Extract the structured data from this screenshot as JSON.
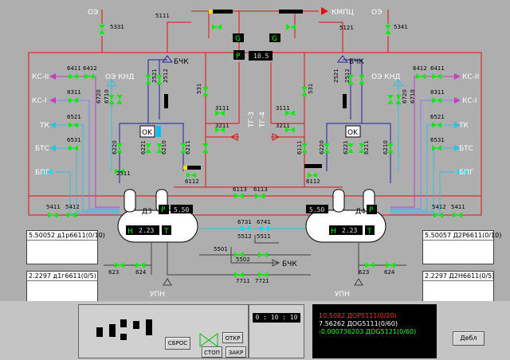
{
  "valves": {
    "top": [
      "5331",
      "5111",
      "5121",
      "5341"
    ],
    "left_inlets": [
      "6411",
      "6412",
      "8311"
    ],
    "right_inlets": [
      "6412",
      "6411",
      "8311"
    ],
    "left_vertical": [
      "6720",
      "6710",
      "2521",
      "2512",
      "531",
      "3111",
      "3211"
    ],
    "right_vertical": [
      "531",
      "3111",
      "3211",
      "2521",
      "2512",
      "6720",
      "6710"
    ],
    "left_tk": [
      "6521",
      "6531"
    ],
    "right_tk": [
      "6521",
      "6531"
    ],
    "left_lower": [
      "6220",
      "6221",
      "6210",
      "6211",
      "2511",
      "6112"
    ],
    "right_lower": [
      "6111",
      "6220",
      "6221",
      "6211",
      "6210",
      "6112"
    ],
    "mid": [
      "6113",
      "6113"
    ],
    "bottom_left": [
      "5411",
      "5412"
    ],
    "bottom_right": [
      "5412",
      "5411"
    ],
    "center": [
      "6731",
      "6741",
      "5512",
      "5511",
      "5501",
      "5502",
      "7711",
      "7721"
    ],
    "under_tanks": [
      "623",
      "624",
      "623",
      "624"
    ]
  },
  "labels": {
    "oe": "ОЭ",
    "kmpc": "КМПЦ",
    "bchk": "БЧК",
    "ks2": "КС-II",
    "ks1": "КС-I",
    "oe_knd": "ОЭ  КНД",
    "tk": "ТК",
    "bts": "БТС",
    "bpg": "БПГ",
    "tg3": "ТГ-3",
    "tg4": "ТГ-4",
    "ok": "OK",
    "g": "G",
    "p": "P",
    "n": "Н",
    "t": "Т",
    "d3": "Д3",
    "d4": "Д4",
    "upn": "УПН"
  },
  "readouts": {
    "center_pressure": "10.5",
    "d3_pressure": "5.50",
    "d4_pressure": "5.50",
    "d3_level": "2.23",
    "d4_level": "2.23"
  },
  "trends": [
    {
      "header": "5.50052  д1р6611(0/10)"
    },
    {
      "header": "2.2297  д1г6611(0/5)"
    },
    {
      "header": "5.50057  Д2Р6611(0/10)"
    },
    {
      "header": "2.2297  Д2Н6611(0/5)"
    }
  ],
  "controls": {
    "reset": "СБРОС",
    "open": "ОТКР",
    "stop": "СТОП",
    "close": "ЗАКР",
    "debl": "Дебл",
    "timer": "0 : 10 : 10"
  },
  "alarms": [
    {
      "text": "10.5082  ДОР5111(0/20)",
      "color": "#ff3030"
    },
    {
      "text": "7.56262  ДОG5111(0/60)",
      "color": "#ffffff"
    },
    {
      "text": "-0.000736203  ДОG5121(0/60)",
      "color": "#30ff30"
    }
  ]
}
